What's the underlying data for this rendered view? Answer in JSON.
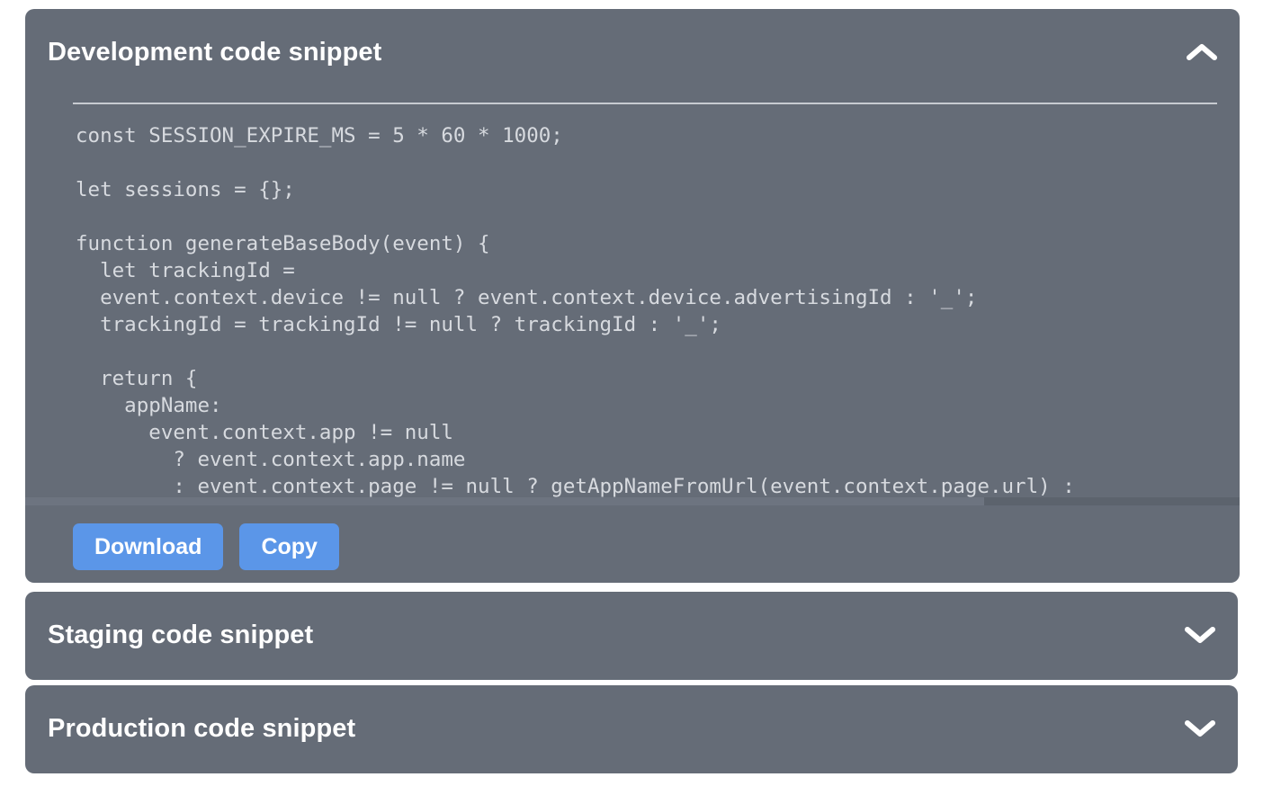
{
  "panels": [
    {
      "title": "Development code snippet",
      "expanded": true,
      "chevron_icon": "chevron-up-icon",
      "code": "const SESSION_EXPIRE_MS = 5 * 60 * 1000;\n\nlet sessions = {};\n\nfunction generateBaseBody(event) {\n  let trackingId =\n  event.context.device != null ? event.context.device.advertisingId : '_';\n  trackingId = trackingId != null ? trackingId : '_';\n\n  return {\n    appName:\n      event.context.app != null\n        ? event.context.app.name\n        : event.context.page != null ? getAppNameFromUrl(event.context.page.url) :",
      "buttons": [
        {
          "label": "Download",
          "name": "download-button"
        },
        {
          "label": "Copy",
          "name": "copy-button"
        }
      ]
    },
    {
      "title": "Staging code snippet",
      "expanded": false,
      "chevron_icon": "chevron-down-icon"
    },
    {
      "title": "Production code snippet",
      "expanded": false,
      "chevron_icon": "chevron-down-icon"
    }
  ],
  "colors": {
    "panel_background": "#656c77",
    "button_background": "#5b96e8",
    "title_text": "#ffffff",
    "code_text": "#d7dadf",
    "divider": "#c7cbd1",
    "page_background": "#ffffff"
  }
}
